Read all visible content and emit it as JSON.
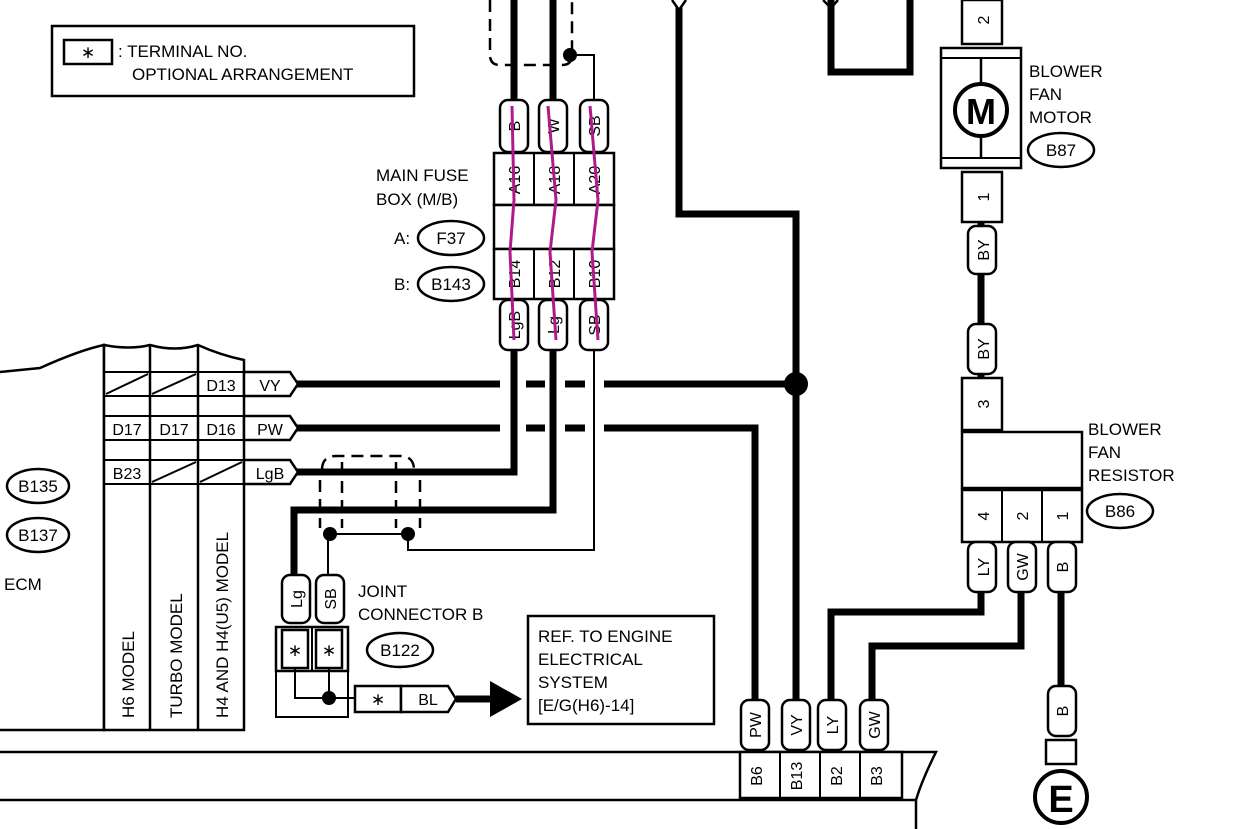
{
  "legend": {
    "symbol": "∗",
    "line1": ": TERMINAL NO.",
    "line2": "OPTIONAL ARRANGEMENT"
  },
  "main_fuse_box": {
    "title1": "MAIN FUSE",
    "title2": "BOX (M/B)",
    "a_prefix": "A:",
    "a_conn": "F37",
    "b_prefix": "B:",
    "b_conn": "B143",
    "top_wires": [
      "B",
      "W",
      "SB"
    ],
    "a_pins": [
      "A16",
      "A18",
      "A20"
    ],
    "b_pins": [
      "B14",
      "B12",
      "B10"
    ],
    "bottom_wires": [
      "LgB",
      "Lg",
      "SB"
    ]
  },
  "blower_motor": {
    "symbol": "M",
    "line1": "BLOWER",
    "line2": "FAN",
    "line3": "MOTOR",
    "conn": "B87",
    "top_pin": "2",
    "bottom_pin": "1",
    "wire": "BY"
  },
  "blower_resistor": {
    "line1": "BLOWER",
    "line2": "FAN",
    "line3": "RESISTOR",
    "conn": "B86",
    "in_pin": "3",
    "in_wire": "BY",
    "pins": [
      "4",
      "2",
      "1"
    ],
    "wires": [
      "LY",
      "GW",
      "B"
    ]
  },
  "ecm": {
    "label": "ECM",
    "conns": [
      "B135",
      "B137"
    ],
    "row1": [
      "",
      "",
      "D13"
    ],
    "row2": [
      "D17",
      "D17",
      "D16"
    ],
    "row3": [
      "B23",
      "",
      ""
    ],
    "wires": [
      "VY",
      "PW",
      "LgB"
    ],
    "models": [
      "H6 MODEL",
      "TURBO MODEL",
      "H4 AND H4(U5) MODEL"
    ]
  },
  "joint_connector": {
    "line1": "JOINT",
    "line2": "CONNECTOR B",
    "conn": "B122",
    "wires": [
      "Lg",
      "SB"
    ],
    "pin": "∗",
    "out_wire": "BL"
  },
  "ref_box": {
    "line1": "REF. TO ENGINE",
    "line2": "ELECTRICAL",
    "line3": "SYSTEM",
    "line4": "[E/G(H6)-14]"
  },
  "bottom_connector": {
    "wires": [
      "PW",
      "VY",
      "LY",
      "GW"
    ],
    "pins": [
      "B6",
      "B13",
      "B2",
      "B3"
    ]
  },
  "ground": {
    "wire": "B",
    "symbol": "E"
  }
}
